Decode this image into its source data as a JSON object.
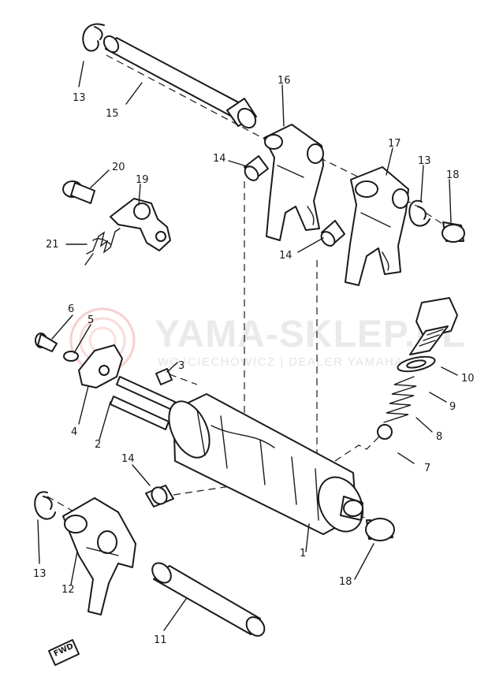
{
  "watermark": {
    "brand": "YAMA-SKLEP.PL",
    "subtitle": "WOJCIECHOWICZ | DEALER YAMAHA",
    "logo_color": "#e04040",
    "text_color": "#d9d9d9"
  },
  "direction_badge": {
    "label": "FWD"
  },
  "callouts": [
    "1",
    "2",
    "3",
    "4",
    "5",
    "6",
    "7",
    "8",
    "9",
    "10",
    "11",
    "12",
    "13",
    "14",
    "15",
    "16",
    "17",
    "18",
    "20",
    "19",
    "21"
  ],
  "callouts_repeat": {
    "c13b": "13",
    "c13c": "13",
    "c14b": "14",
    "c14c": "14",
    "c18b": "18"
  }
}
